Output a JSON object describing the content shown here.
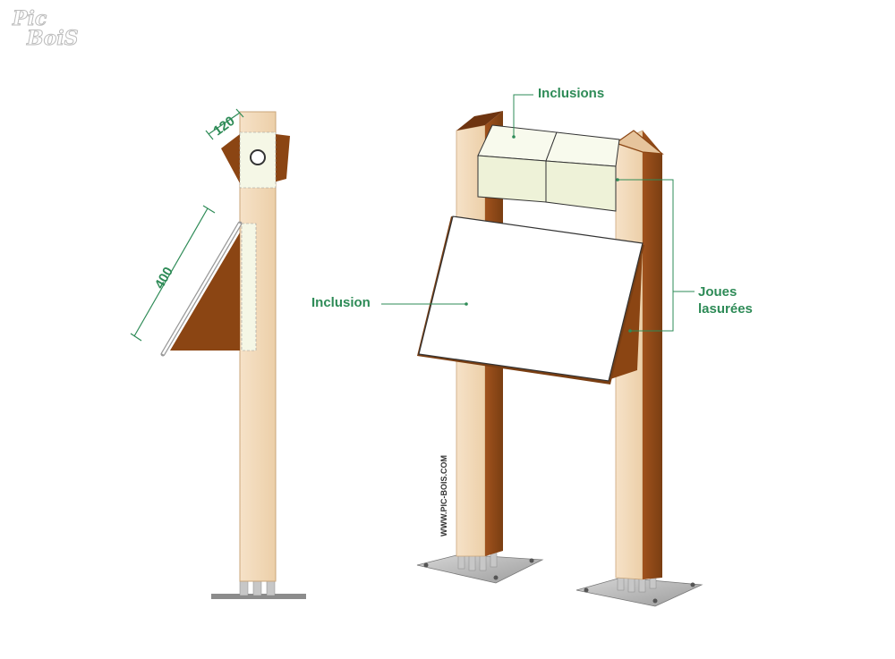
{
  "logo": {
    "line1": "Pic",
    "line2": "BoiS"
  },
  "labels": {
    "inclusions": "Inclusions",
    "inclusion": "Inclusion",
    "joues_line1": "Joues",
    "joues_line2": "lasurées",
    "watermark": "WWW.PIC-BOIS.COM"
  },
  "dimensions": {
    "top": "120",
    "panel": "400"
  },
  "colors": {
    "wood_light": "#f3dcc0",
    "wood_dark": "#8b4513",
    "wood_mid": "#c9843e",
    "label_green": "#2e8b57",
    "panel": "#ffffff",
    "inclusion_block": "#f5f7e6",
    "base_plate": "#b9b9b9"
  }
}
